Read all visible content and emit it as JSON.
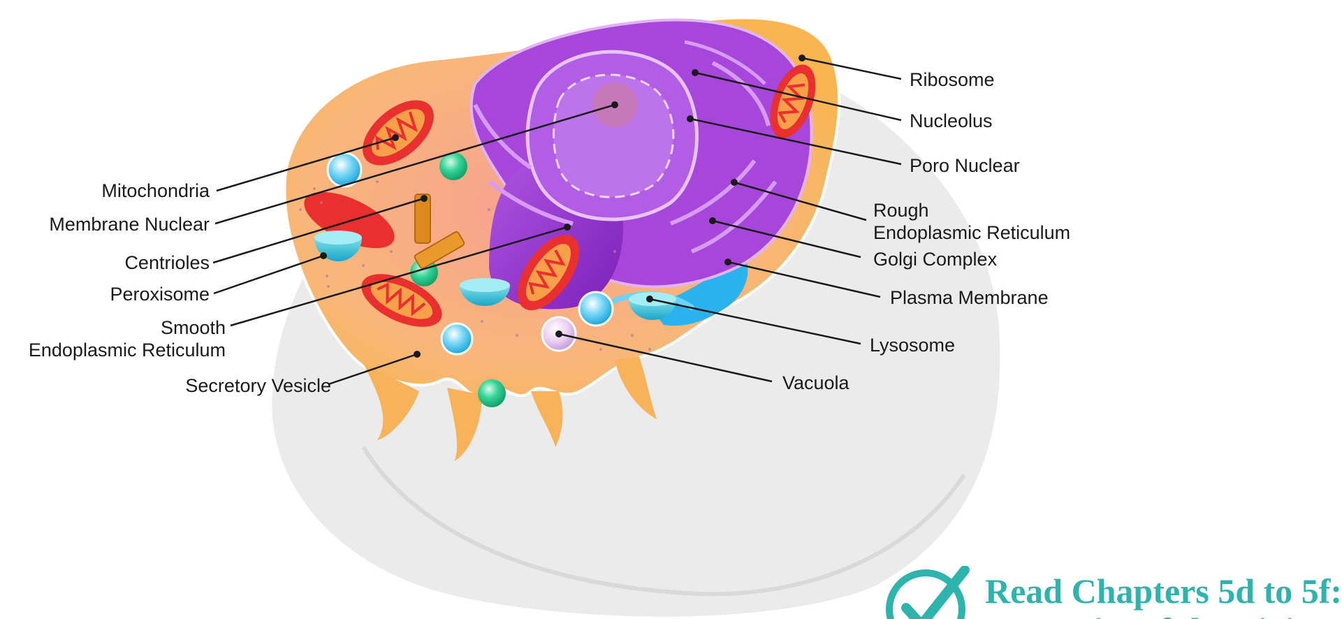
{
  "labels": {
    "ribosome": "Ribosome",
    "nucleolus": "Nucleolus",
    "poro_nuclear": "Poro Nuclear",
    "rough_er_line1": "Rough",
    "rough_er_line2": "Endoplasmic Reticulum",
    "golgi": "Golgi Complex",
    "plasma_membrane": "Plasma Membrane",
    "lysosome": "Lysosome",
    "vacuola": "Vacuola",
    "mitochondria": "Mitochondria",
    "membrane_nuclear": "Membrane Nuclear",
    "centrioles": "Centrioles",
    "peroxisome": "Peroxisome",
    "smooth_er_line1": "Smooth",
    "smooth_er_line2": "Endoplasmic Reticulum",
    "secretory_vesicle": "Secretory Vesicle"
  },
  "cta": {
    "line1": "Read Chapters 5d to 5f:",
    "line2": "Dynamics of the Living",
    "icon": "check-circle-icon"
  },
  "colors": {
    "cell_base": "#ebebeb",
    "cytoplasm": "#f7b45a",
    "cytoplasm_inner": "#f6a58a",
    "nucleus": "#a23bd6",
    "nucleus_light": "#c06ae6",
    "mitochondria": "#ea2f2f",
    "mitochondria_inner": "#f59b3a",
    "vesicle_blue": "#3fc6f0",
    "vesicle_green": "#2fcf8d",
    "centriole": "#dc8a1e",
    "accent_teal": "#2fb3ad",
    "leader_line": "#1a1a1a"
  }
}
